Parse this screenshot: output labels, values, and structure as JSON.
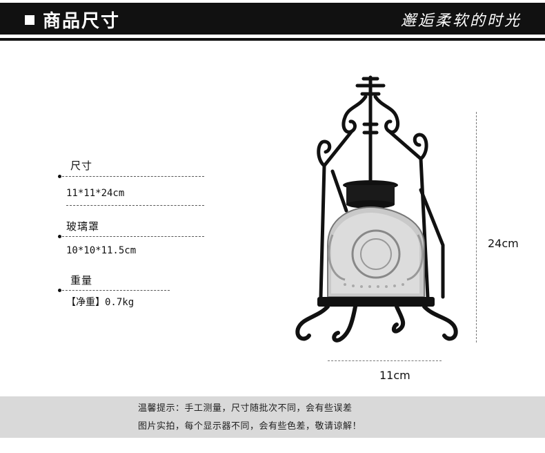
{
  "header": {
    "title": "商品尺寸",
    "slogan": "邂逅柔软的时光"
  },
  "specs": [
    {
      "label": "尺寸",
      "value": "11*11*24cm"
    },
    {
      "label": "玻璃罩",
      "value": "10*10*11.5cm"
    },
    {
      "label": "重量",
      "value": "【净重】0.7kg"
    }
  ],
  "dimensions": {
    "height_label": "24cm",
    "width_label": "11cm"
  },
  "footer": {
    "line1": "温馨提示：手工测量，尺寸随批次不同，会有些误差",
    "line2": "图片实拍，每个显示器不同，会有些色差，敬请谅解！"
  },
  "colors": {
    "header_bg": "#111111",
    "footer_bg": "#d9d9d9"
  }
}
